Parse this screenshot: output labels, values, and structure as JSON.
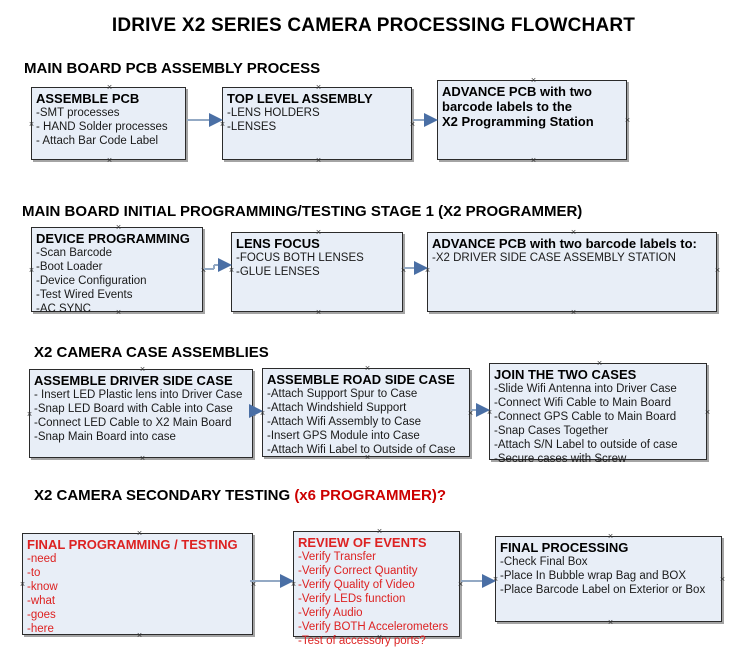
{
  "document": {
    "title": "IDRIVE X2  SERIES CAMERA PROCESSING FLOWCHART"
  },
  "sections": [
    {
      "id": "main-board-pcb-assembly-process",
      "heading": "MAIN BOARD PCB ASSEMBLY PROCESS",
      "heading_accent": "",
      "boxes": [
        {
          "id": "assemble-pcb",
          "header": "ASSEMBLE PCB",
          "lines": [
            "-SMT processes",
            "- HAND Solder processes",
            "- Attach Bar Code Label"
          ],
          "color": "black"
        },
        {
          "id": "top-level-assembly",
          "header": "TOP LEVEL ASSEMBLY",
          "lines": [
            "-LENS HOLDERS",
            "-LENSES"
          ],
          "color": "black"
        },
        {
          "id": "advance-pcb-to-x2-programming-station",
          "header": "ADVANCE PCB with two",
          "header_lines": [
            "ADVANCE PCB with two",
            "barcode labels to the",
            " X2 Programming Station"
          ],
          "lines": [],
          "color": "black"
        }
      ]
    },
    {
      "id": "main-board-initial-programming",
      "heading": "MAIN BOARD INITIAL PROGRAMMING/TESTING STAGE 1 (X2 PROGRAMMER)",
      "heading_accent": "",
      "boxes": [
        {
          "id": "device-programming",
          "header": "DEVICE PROGRAMMING",
          "lines": [
            "-Scan Barcode",
            "-Boot Loader",
            "-Device Configuration",
            "-Test Wired Events",
            "-AC SYNC"
          ],
          "color": "black"
        },
        {
          "id": "lens-focus",
          "header": "LENS FOCUS",
          "lines": [
            "-FOCUS BOTH LENSES",
            "-GLUE LENSES"
          ],
          "color": "black"
        },
        {
          "id": "advance-pcb-to-driver-side-case-assembly",
          "header": "ADVANCE PCB with two barcode labels to:",
          "lines": [
            "-X2 DRIVER  SIDE  CASE  ASSEMBLY STATION"
          ],
          "color": "black"
        }
      ]
    },
    {
      "id": "x2-camera-case-assemblies",
      "heading": "X2 CAMERA CASE ASSEMBLIES",
      "heading_accent": "",
      "boxes": [
        {
          "id": "assemble-driver-side-case",
          "header": "ASSEMBLE DRIVER SIDE CASE",
          "lines": [
            "- Insert LED Plastic lens into Driver Case",
            "-Snap LED Board with Cable into Case",
            "-Connect LED Cable to X2 Main Board",
            "-Snap Main Board into case"
          ],
          "color": "black"
        },
        {
          "id": "assemble-road-side-case",
          "header": "ASSEMBLE ROAD SIDE CASE",
          "lines": [
            "-Attach Support Spur to Case",
            "-Attach Windshield Support",
            "-Attach Wifi Assembly to Case",
            "-Insert GPS Module into Case",
            "-Attach Wifi Label to Outside of Case"
          ],
          "color": "black"
        },
        {
          "id": "join-the-two-cases",
          "header": "JOIN THE TWO CASES",
          "lines": [
            "-Slide Wifi Antenna into Driver Case",
            "-Connect Wifi Cable to Main Board",
            "-Connect GPS Cable to Main Board",
            "-Snap Cases Together",
            "-Attach S/N Label to outside of case",
            "-Secure cases with Screw"
          ],
          "color": "black"
        }
      ]
    },
    {
      "id": "x2-camera-secondary-testing",
      "heading": "X2 CAMERA SECONDARY TESTING ",
      "heading_accent": "(x6 PROGRAMMER)?",
      "boxes": [
        {
          "id": "final-programming-testing",
          "header": "FINAL PROGRAMMING / TESTING",
          "lines": [
            "-need",
            "-to",
            "-know",
            "-what",
            "-goes",
            "-here"
          ],
          "color": "red"
        },
        {
          "id": "review-of-events",
          "header": "REVIEW OF EVENTS",
          "lines": [
            "-Verify Transfer",
            "-Verify Correct Quantity",
            "-Verify Quality of Video",
            "-Verify LEDs function",
            "-Verify Audio",
            "-Verify BOTH Accelerometers",
            "-Test of accessory ports?"
          ],
          "color": "red"
        },
        {
          "id": "final-processing",
          "header": "FINAL PROCESSING",
          "lines": [
            " -Check Final Box",
            "-Place In Bubble wrap Bag and BOX",
            "-Place Barcode Label on Exterior or Box"
          ],
          "color": "black"
        }
      ]
    }
  ],
  "colors": {
    "box_fill": "#e8eef7",
    "box_border": "#2b2b2b",
    "connector": "#93a9c4",
    "accent_red": "#dd2222",
    "text": "#000000"
  }
}
